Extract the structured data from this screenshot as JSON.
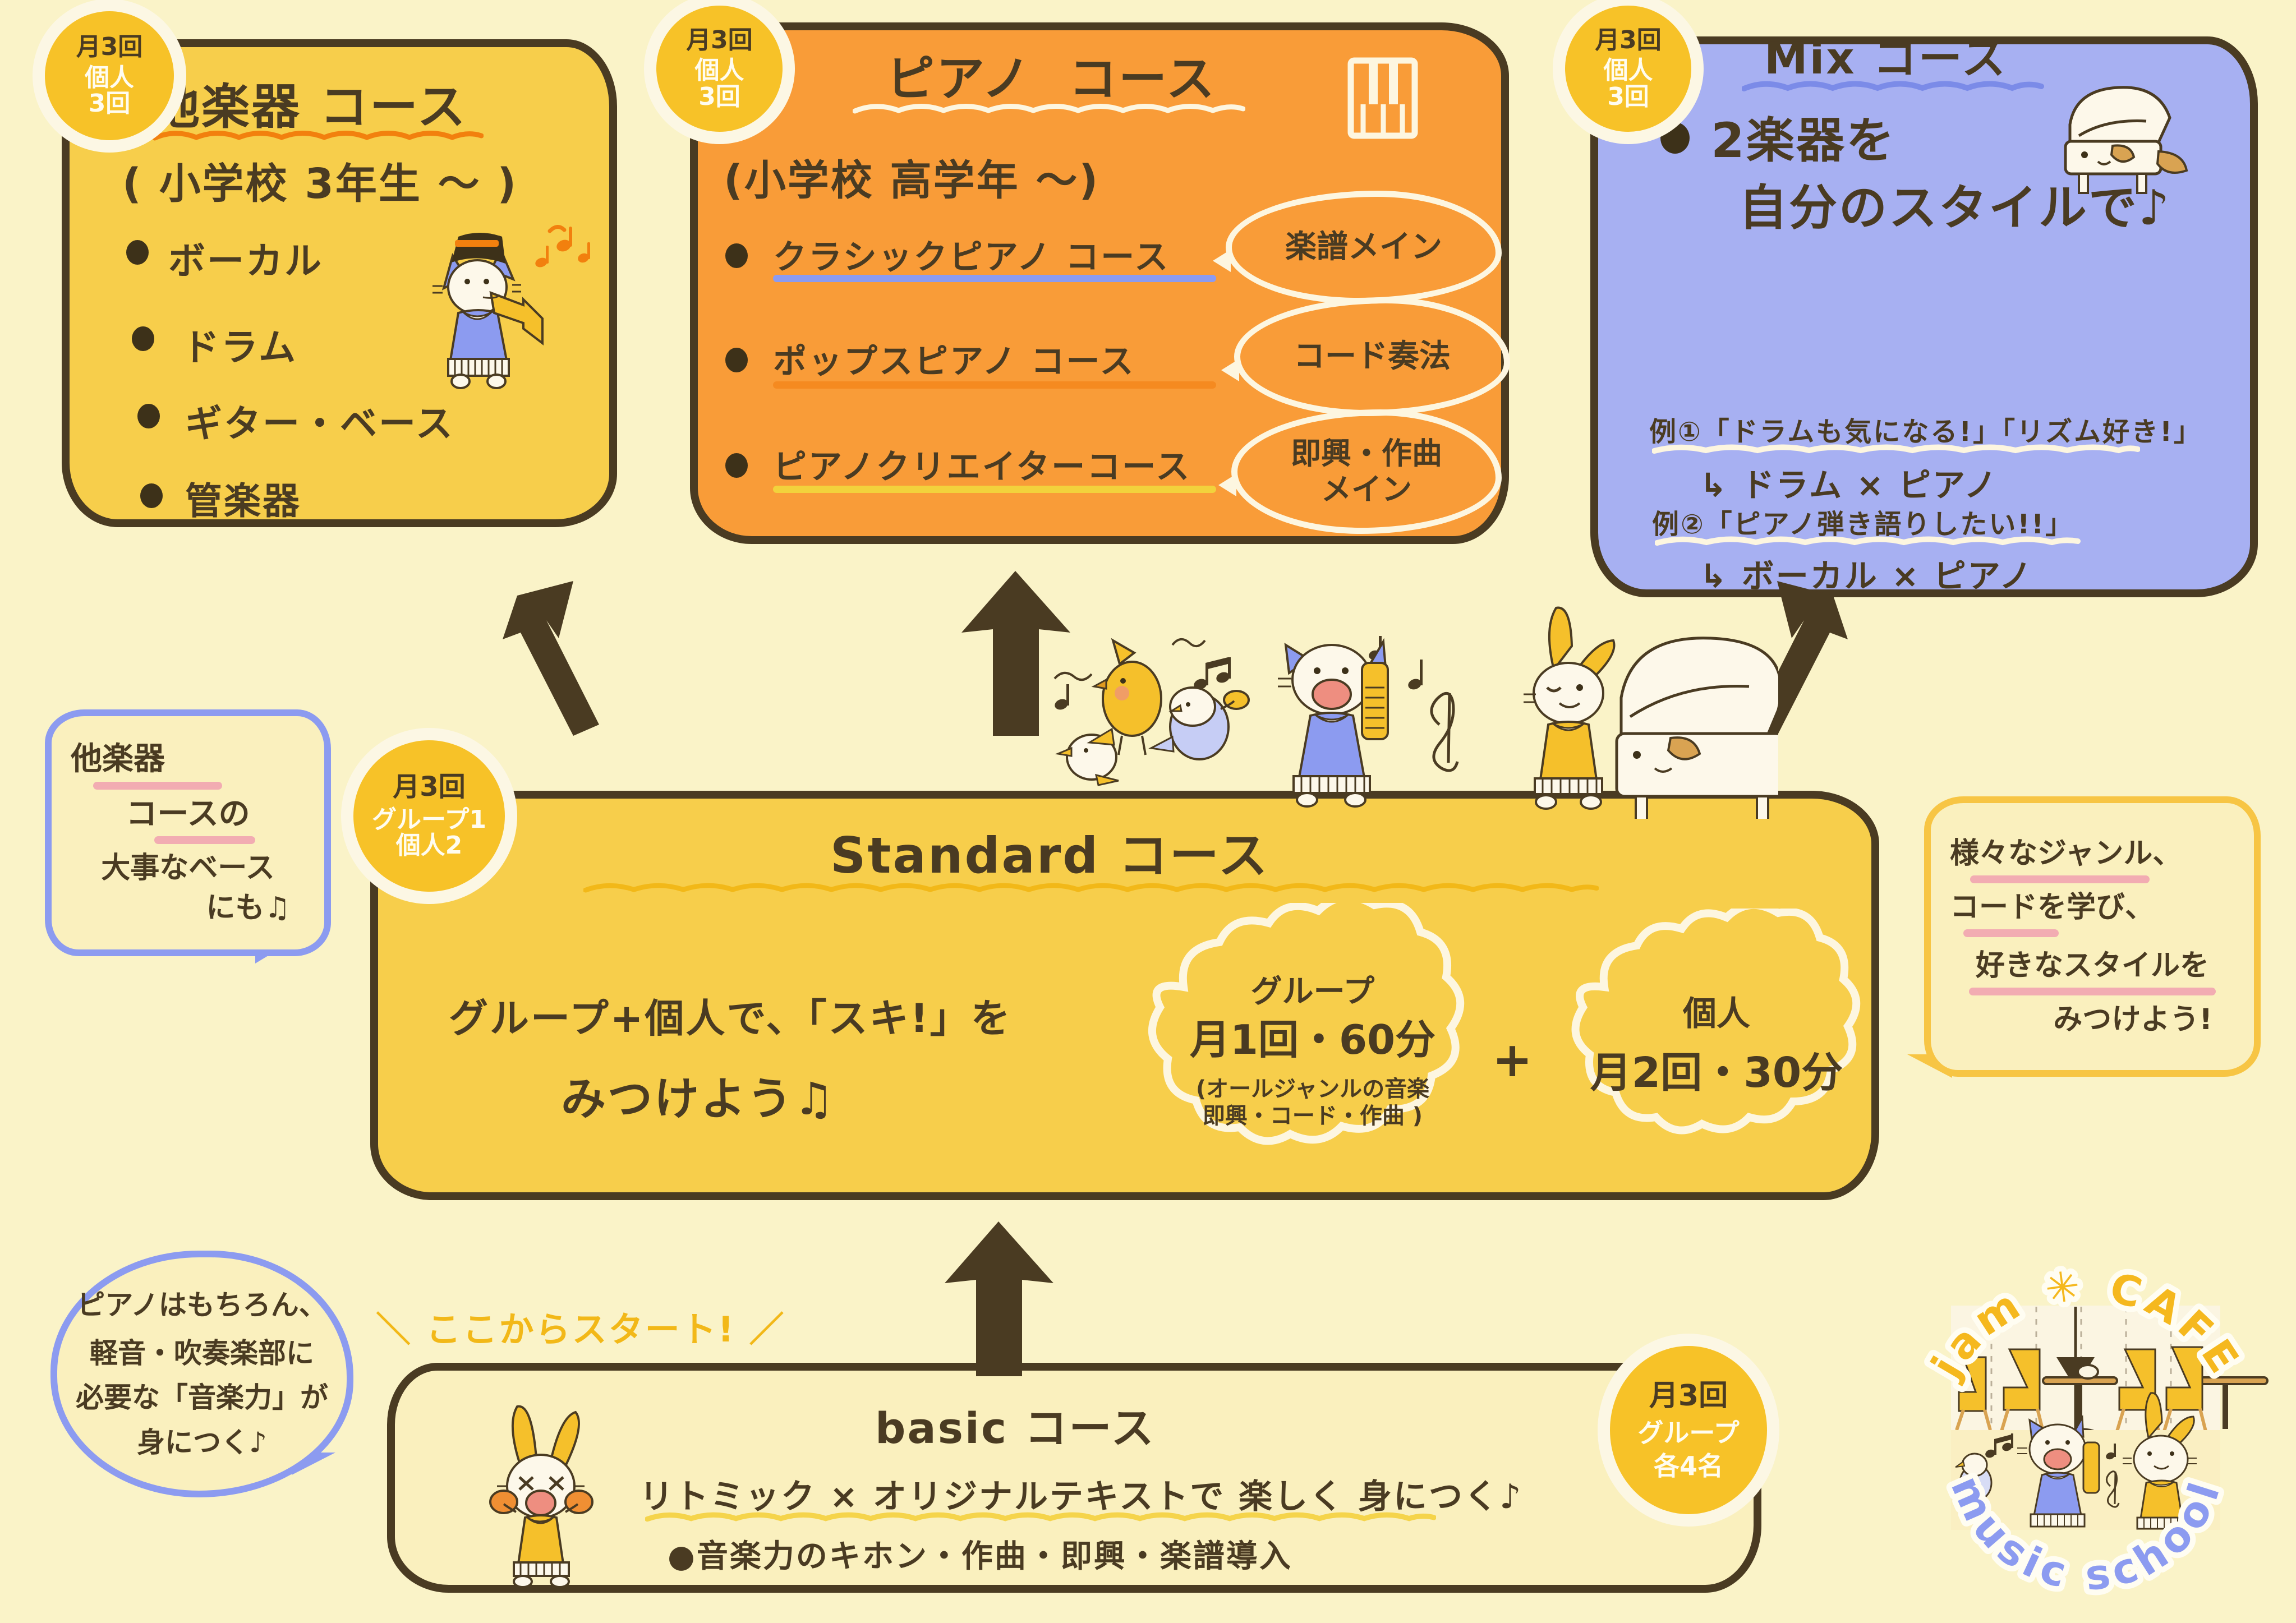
{
  "meta": {
    "background_color": "#FAF3C8",
    "ink_color": "#4A3B22",
    "accent_yellow": "#F7CE4B",
    "accent_orange": "#F99C38",
    "accent_blue": "#A7B0F2",
    "badge_yellow": "#F7C228",
    "cream": "#FDF6E0",
    "pink_underline": "#F2ACB2"
  },
  "other_instruments": {
    "badge": {
      "top": "月3回",
      "line1": "個人",
      "line2": "3回"
    },
    "title": "他楽器 コース",
    "subtitle": "( 小学校 3年生 ～ )",
    "items": [
      "ボーカル",
      "ドラム",
      "ギター・ベース",
      "管楽器"
    ]
  },
  "piano": {
    "badge": {
      "top": "月3回",
      "line1": "個人",
      "line2": "3回"
    },
    "title": "ピアノ  コース",
    "subtitle": "(小学校 高学年 ～)",
    "icon": "piano-keys-icon",
    "items": [
      {
        "label": "クラシックピアノ コース",
        "underline_color": "#8C9BF0",
        "callout": "楽譜メイン"
      },
      {
        "label": "ポップスピアノ コース",
        "underline_color": "#F58A20",
        "callout": "コード奏法"
      },
      {
        "label": "ピアノクリエイターコース",
        "underline_color": "#F2D23C",
        "callout": "即興・作曲\nメイン"
      }
    ]
  },
  "mix": {
    "badge": {
      "top": "月3回",
      "line1": "個人",
      "line2": "3回"
    },
    "title": "Mix コース",
    "headline_line1": "2楽器を",
    "headline_line2": "自分のスタイルで♪",
    "examples": [
      {
        "quote": "例①「ドラムも気になる!」「リズム好き!」",
        "result": "↳ ドラム × ピアノ"
      },
      {
        "quote": "例②「ピアノ弾き語りしたい!!」",
        "result": "↳ ボーカル × ピアノ"
      }
    ]
  },
  "standard": {
    "badge": {
      "top": "月3回",
      "line1": "グループ1",
      "line2": "個人2"
    },
    "title": "Standard コース",
    "tagline_line1": "グループ+個人で、「スキ!」を",
    "tagline_line2": "みつけよう♫",
    "group_cloud": {
      "head": "グループ",
      "main": "月1回・60分",
      "note_line1": "(オールジャンルの音楽",
      "note_line2": "即興・コード・作曲  )"
    },
    "plus": "+",
    "solo_cloud": {
      "head": "個人",
      "main": "月2回・30分"
    }
  },
  "basic": {
    "badge": {
      "top": "月3回",
      "line1": "グループ",
      "line2": "各4名"
    },
    "start_label": "＼ ここからスタート! ／",
    "title": "basic コース",
    "tagline": "リトミック × オリジナルテキストで 楽しく 身につく♪",
    "bullet": "●音楽力のキホン・作曲・即興・楽譜導入"
  },
  "bubbles": {
    "left_top": {
      "color": "#8C9BF0",
      "line1": "他楽器",
      "line2": "コースの",
      "line3": "大事なベース",
      "line4": "にも♫"
    },
    "left_bottom": {
      "color": "#8C9BF0",
      "line1": "ピアノはもちろん、",
      "line2": "軽音・吹奏楽部に",
      "line3": "必要な「音楽力」が",
      "line4": "身につく♪"
    },
    "right": {
      "color": "#F7C544",
      "line1": "様々なジャンル、",
      "line2": "コードを学び、",
      "line3": "好きなスタイルを",
      "line4": "みつけよう!"
    }
  },
  "logo": {
    "top_text": "jam ✳ CAFE",
    "bottom_text": "music school",
    "colors": {
      "yellow": "#F5B81E",
      "blue": "#8C9BF0",
      "outline": "#FFFDF2"
    }
  },
  "arrows": [
    {
      "name": "arrow-to-other-instruments",
      "direction": "up-left"
    },
    {
      "name": "arrow-to-piano",
      "direction": "up"
    },
    {
      "name": "arrow-to-mix",
      "direction": "up-right"
    },
    {
      "name": "arrow-basic-to-standard",
      "direction": "up"
    }
  ]
}
